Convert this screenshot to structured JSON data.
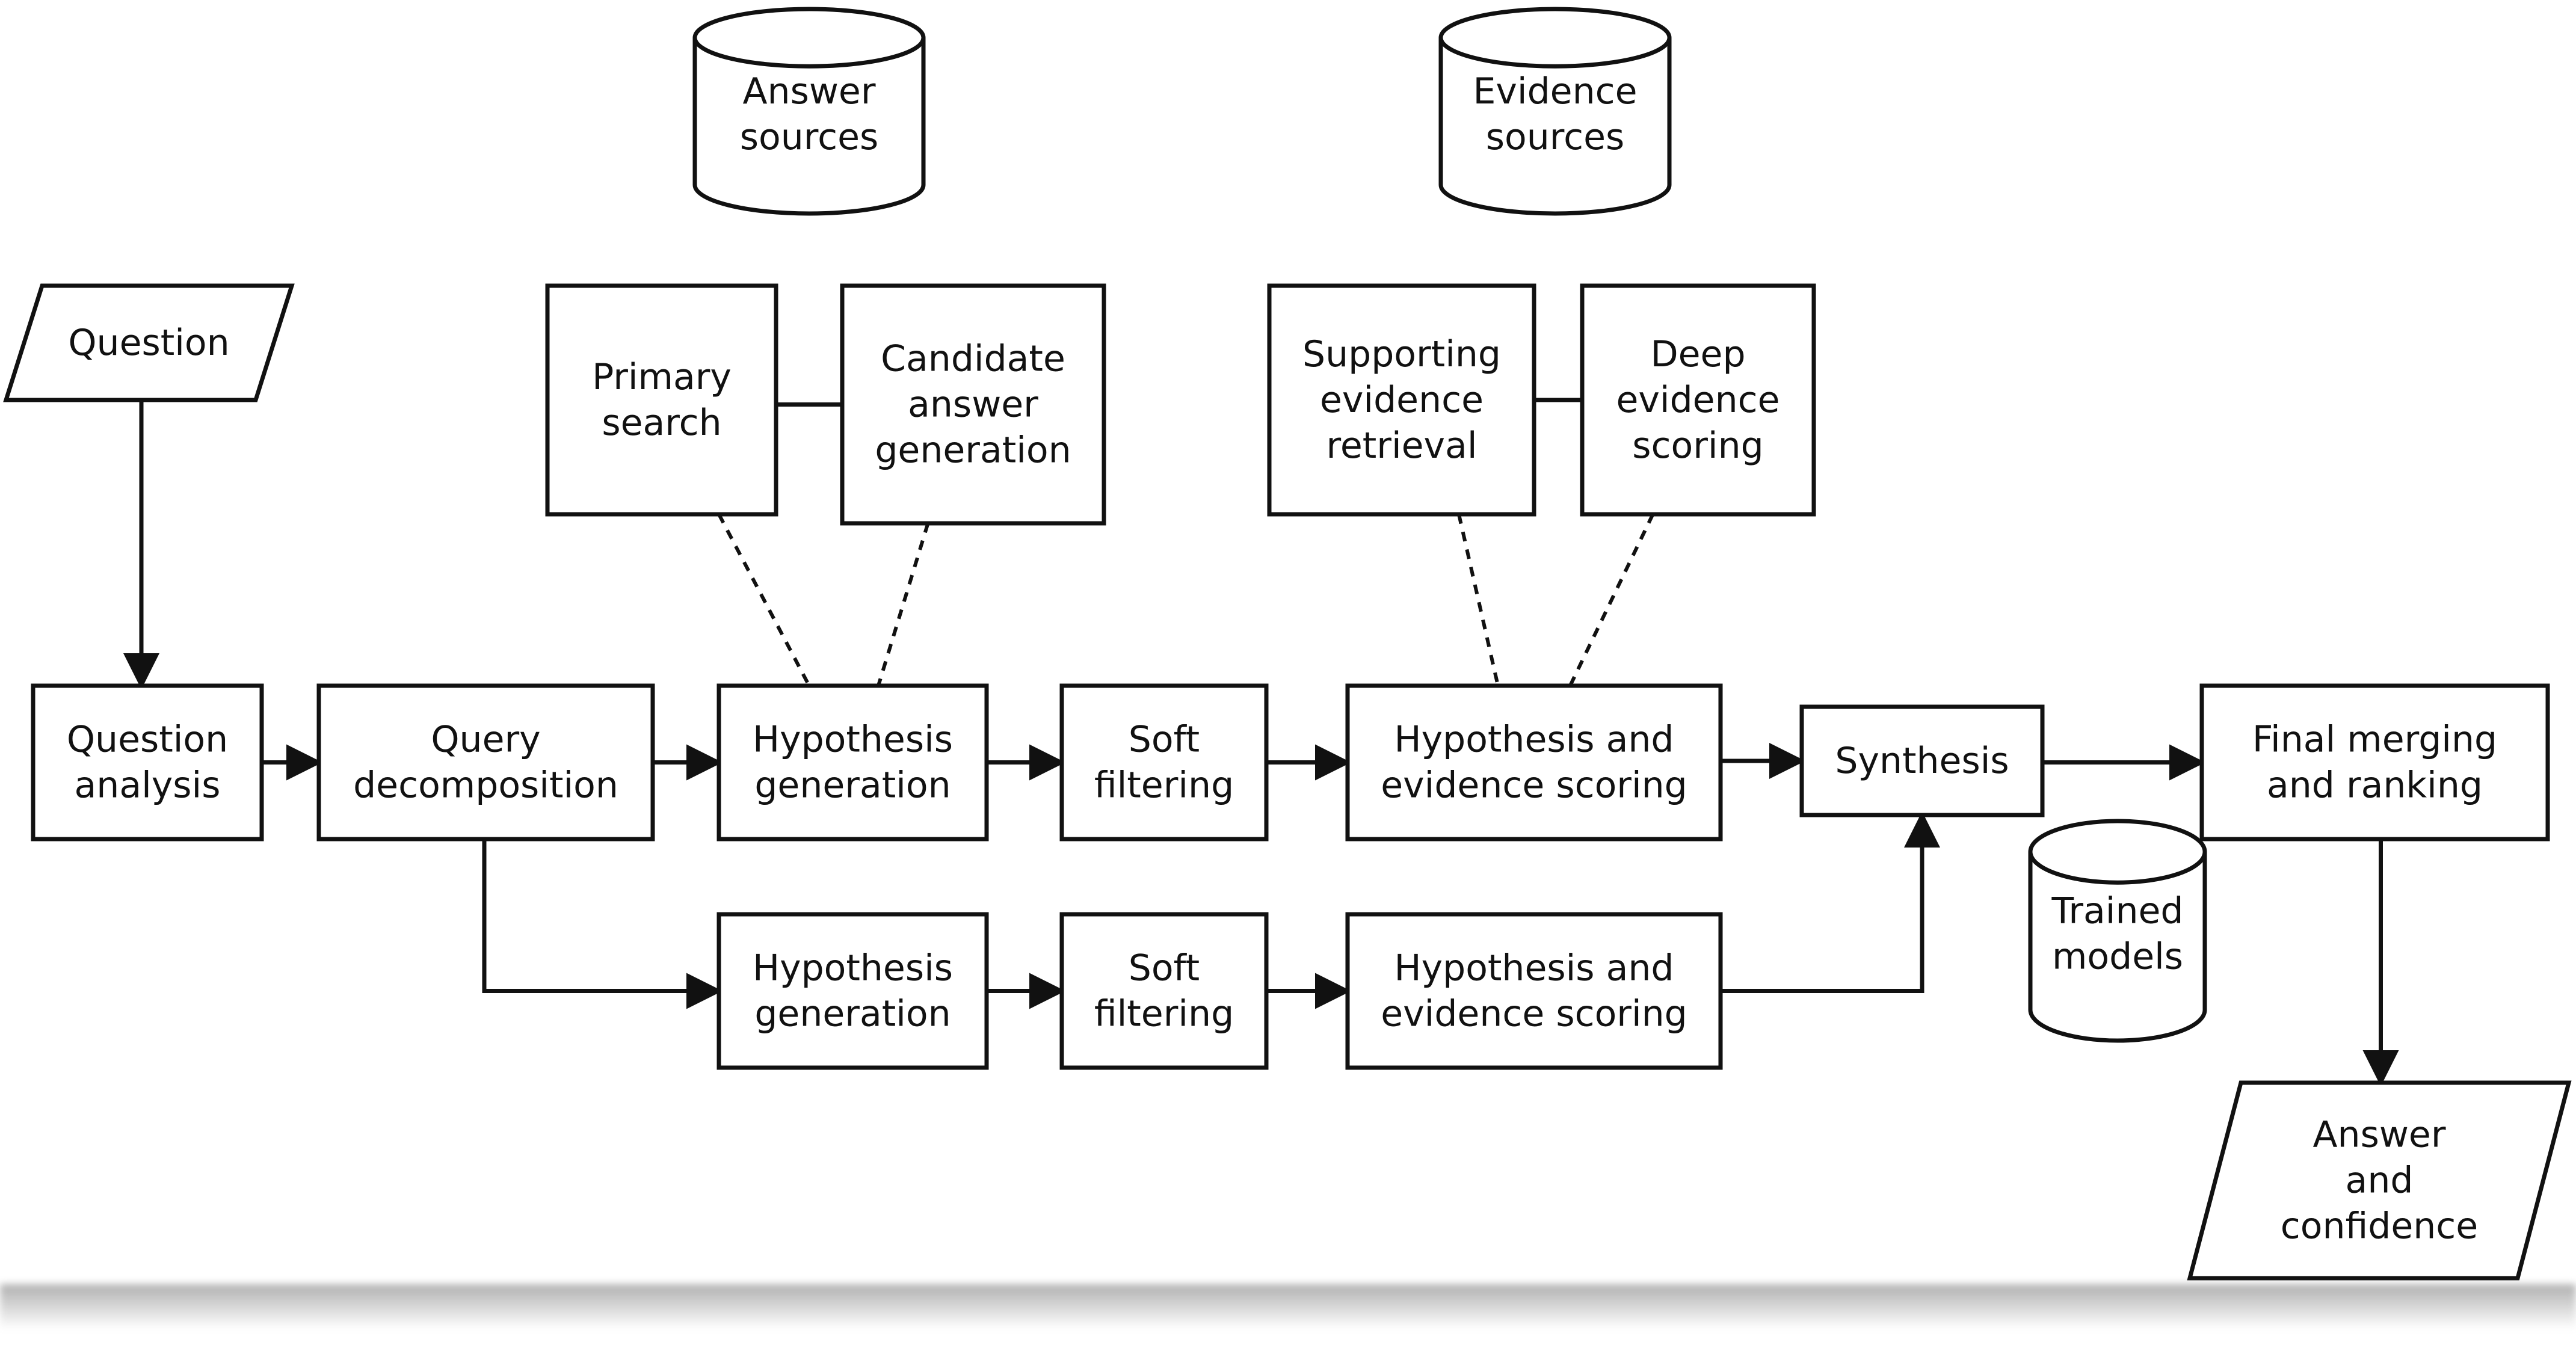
{
  "diagram": {
    "nodes": {
      "question": {
        "shape": "parallelogram",
        "lines": [
          "Question"
        ]
      },
      "question_analysis": {
        "shape": "box",
        "lines": [
          "Question",
          "analysis"
        ]
      },
      "query_decomposition": {
        "shape": "box",
        "lines": [
          "Query",
          "decomposition"
        ]
      },
      "hypothesis_generation_1": {
        "shape": "box",
        "lines": [
          "Hypothesis",
          "generation"
        ]
      },
      "soft_filtering_1": {
        "shape": "box",
        "lines": [
          "Soft",
          "filtering"
        ]
      },
      "hypothesis_evidence_scoring_1": {
        "shape": "box",
        "lines": [
          "Hypothesis and",
          "evidence scoring"
        ]
      },
      "synthesis": {
        "shape": "box",
        "lines": [
          "Synthesis"
        ]
      },
      "final_merging": {
        "shape": "box",
        "lines": [
          "Final merging",
          "and ranking"
        ]
      },
      "answer_confidence": {
        "shape": "parallelogram",
        "lines": [
          "Answer",
          "and",
          "confidence"
        ]
      },
      "hypothesis_generation_2": {
        "shape": "box",
        "lines": [
          "Hypothesis",
          "generation"
        ]
      },
      "soft_filtering_2": {
        "shape": "box",
        "lines": [
          "Soft",
          "filtering"
        ]
      },
      "hypothesis_evidence_scoring_2": {
        "shape": "box",
        "lines": [
          "Hypothesis and",
          "evidence scoring"
        ]
      },
      "primary_search": {
        "shape": "box",
        "lines": [
          "Primary",
          "search"
        ]
      },
      "candidate_answer_generation": {
        "shape": "box",
        "lines": [
          "Candidate",
          "answer",
          "generation"
        ]
      },
      "supporting_evidence_retrieval": {
        "shape": "box",
        "lines": [
          "Supporting",
          "evidence",
          "retrieval"
        ]
      },
      "deep_evidence_scoring": {
        "shape": "box",
        "lines": [
          "Deep",
          "evidence",
          "scoring"
        ]
      },
      "answer_sources": {
        "shape": "cylinder",
        "lines": [
          "Answer",
          "sources"
        ]
      },
      "evidence_sources": {
        "shape": "cylinder",
        "lines": [
          "Evidence",
          "sources"
        ]
      },
      "trained_models": {
        "shape": "cylinder",
        "lines": [
          "Trained",
          "models"
        ]
      }
    },
    "edges": [
      {
        "from": "question",
        "to": "question_analysis",
        "style": "arrow"
      },
      {
        "from": "question_analysis",
        "to": "query_decomposition",
        "style": "arrow"
      },
      {
        "from": "query_decomposition",
        "to": "hypothesis_generation_1",
        "style": "arrow"
      },
      {
        "from": "hypothesis_generation_1",
        "to": "soft_filtering_1",
        "style": "arrow"
      },
      {
        "from": "soft_filtering_1",
        "to": "hypothesis_evidence_scoring_1",
        "style": "arrow"
      },
      {
        "from": "hypothesis_evidence_scoring_1",
        "to": "synthesis",
        "style": "arrow"
      },
      {
        "from": "synthesis",
        "to": "final_merging",
        "style": "arrow"
      },
      {
        "from": "final_merging",
        "to": "answer_confidence",
        "style": "arrow"
      },
      {
        "from": "query_decomposition",
        "to": "hypothesis_generation_2",
        "style": "arrow"
      },
      {
        "from": "hypothesis_generation_2",
        "to": "soft_filtering_2",
        "style": "arrow"
      },
      {
        "from": "soft_filtering_2",
        "to": "hypothesis_evidence_scoring_2",
        "style": "arrow"
      },
      {
        "from": "hypothesis_evidence_scoring_2",
        "to": "synthesis",
        "style": "arrow"
      },
      {
        "from": "primary_search",
        "to": "candidate_answer_generation",
        "style": "line"
      },
      {
        "from": "supporting_evidence_retrieval",
        "to": "deep_evidence_scoring",
        "style": "line"
      },
      {
        "from": "primary_search",
        "to": "hypothesis_generation_1",
        "style": "dashed"
      },
      {
        "from": "candidate_answer_generation",
        "to": "hypothesis_generation_1",
        "style": "dashed"
      },
      {
        "from": "supporting_evidence_retrieval",
        "to": "hypothesis_evidence_scoring_1",
        "style": "dashed"
      },
      {
        "from": "deep_evidence_scoring",
        "to": "hypothesis_evidence_scoring_1",
        "style": "dashed"
      }
    ],
    "colors": {
      "stroke": "#111111",
      "fill": "#ffffff",
      "text": "#111111",
      "background": "#ffffff"
    }
  }
}
